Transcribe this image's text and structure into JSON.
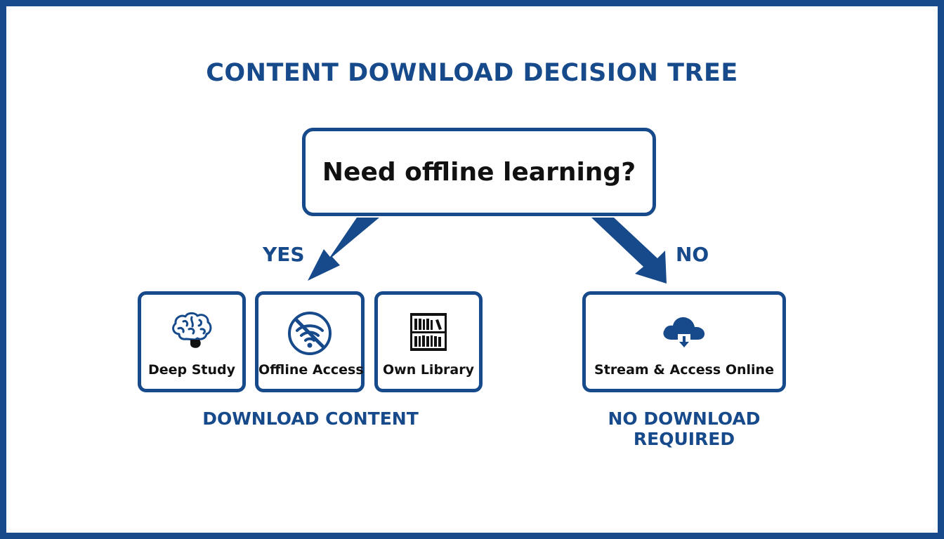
{
  "title": "CONTENT DOWNLOAD DECISION TREE",
  "question": "Need offline learning?",
  "branches": {
    "yes": "YES",
    "no": "NO"
  },
  "yes_options": [
    {
      "label": "Deep Study",
      "icon": "brain-icon"
    },
    {
      "label": "Offline Access",
      "icon": "no-wifi-icon"
    },
    {
      "label": "Own Library",
      "icon": "bookshelf-icon"
    }
  ],
  "no_options": [
    {
      "label": "Stream & Access Online",
      "icon": "cloud-download-icon"
    }
  ],
  "outcomes": {
    "yes": "DOWNLOAD CONTENT",
    "no": "NO DOWNLOAD REQUIRED"
  },
  "colors": {
    "primary": "#174a8b",
    "text": "#111111",
    "background": "#ffffff"
  }
}
